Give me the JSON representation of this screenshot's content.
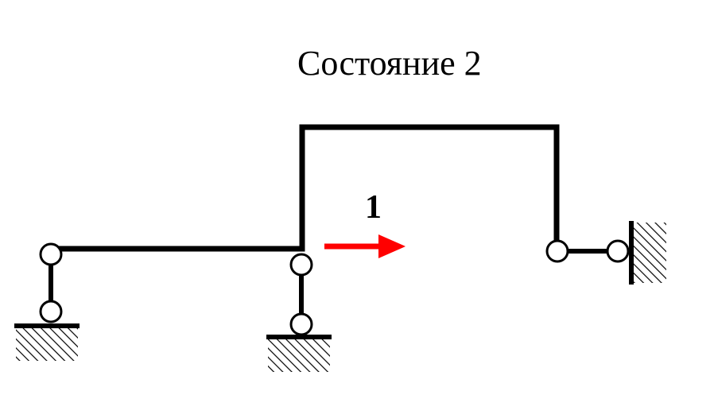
{
  "diagram": {
    "title": "Состояние 2",
    "load_label": "1",
    "colors": {
      "frame": "#000000",
      "load_arrow": "#ff0000",
      "hinge_fill": "#ffffff",
      "background": "#ffffff"
    },
    "elements": {
      "frame": "frame-beam",
      "load": "unit-force-arrow",
      "supports": [
        "support-left-pinned",
        "support-middle-pinned",
        "support-right-wall-link"
      ]
    }
  }
}
